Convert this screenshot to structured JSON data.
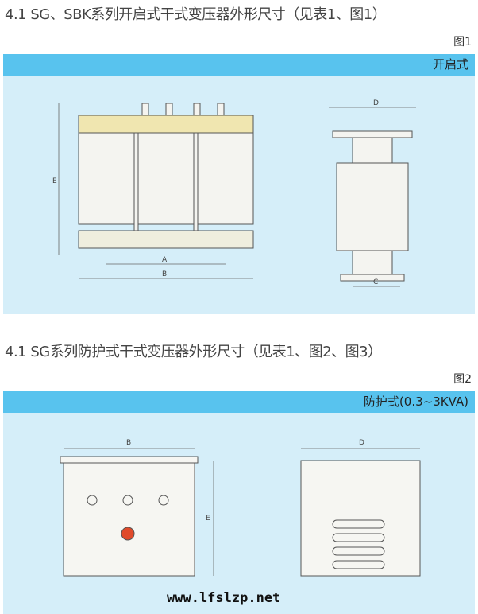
{
  "section1": {
    "title": "4.1 SG、SBK系列开启式干式变压器外形尺寸（见表1、图1）",
    "figure_label": "图1",
    "bar_label": "开启式",
    "dims": {
      "a": "A",
      "b": "B",
      "c": "C",
      "d": "D",
      "e": "E"
    }
  },
  "section2": {
    "title": "4.1 SG系列防护式干式变压器外形尺寸（见表1、图2、图3）",
    "figure_label": "图2",
    "bar_label": "防护式(0.3~3KVA)",
    "dims": {
      "b": "B",
      "d": "D",
      "e": "E"
    }
  },
  "watermark": "www.lfslzp.net"
}
